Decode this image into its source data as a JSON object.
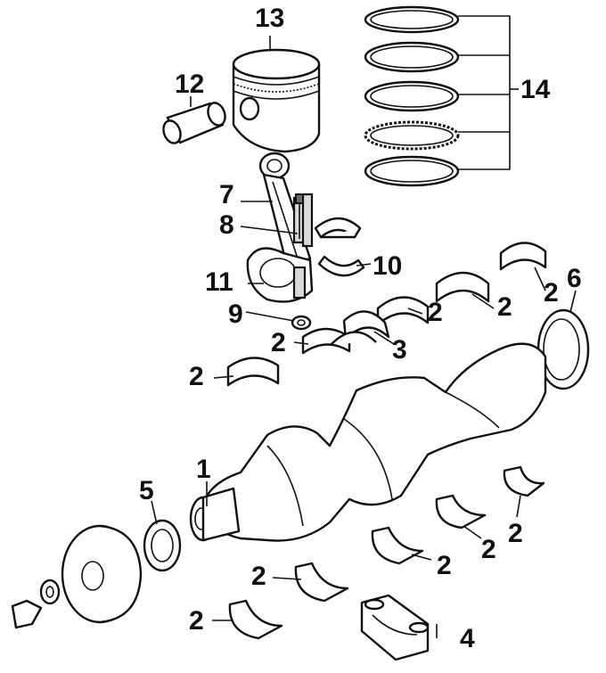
{
  "diagram": {
    "labels": {
      "crankshaft": "1",
      "main_bearings": "2",
      "thrust_bearing": "3",
      "bearing_cap": "4",
      "front_seal": "5",
      "rear_seal": "6",
      "connecting_rod": "7",
      "rod_bolt": "8",
      "rod_nut": "9",
      "rod_bearing": "10",
      "rod_cap": "11",
      "piston_pin": "12",
      "piston": "13",
      "piston_rings": "14"
    }
  }
}
